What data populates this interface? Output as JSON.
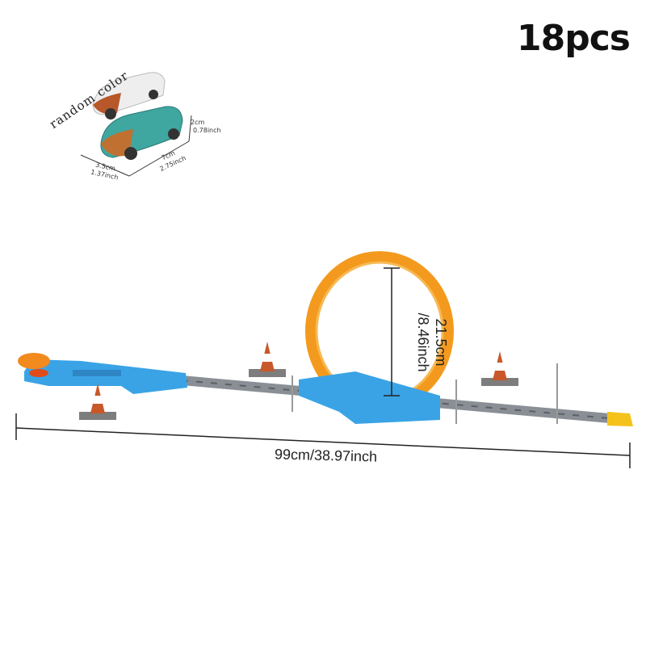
{
  "piece_count": "18pcs",
  "car_note": "random color",
  "car_dimensions": {
    "height_cm": "2cm",
    "height_in": "0.78inch",
    "length_cm": "7cm",
    "length_in": "2.75inch",
    "width_cm": "3.5cm",
    "width_in": "1.37inch"
  },
  "loop_height_cm": "21.5cm",
  "loop_height_in": "/8.46inch",
  "track_length": "99cm/38.97inch",
  "colors": {
    "track": "#8a8f96",
    "launcher": "#3aa3e6",
    "loop": "#f39a1e",
    "cone": "#c8582a"
  }
}
